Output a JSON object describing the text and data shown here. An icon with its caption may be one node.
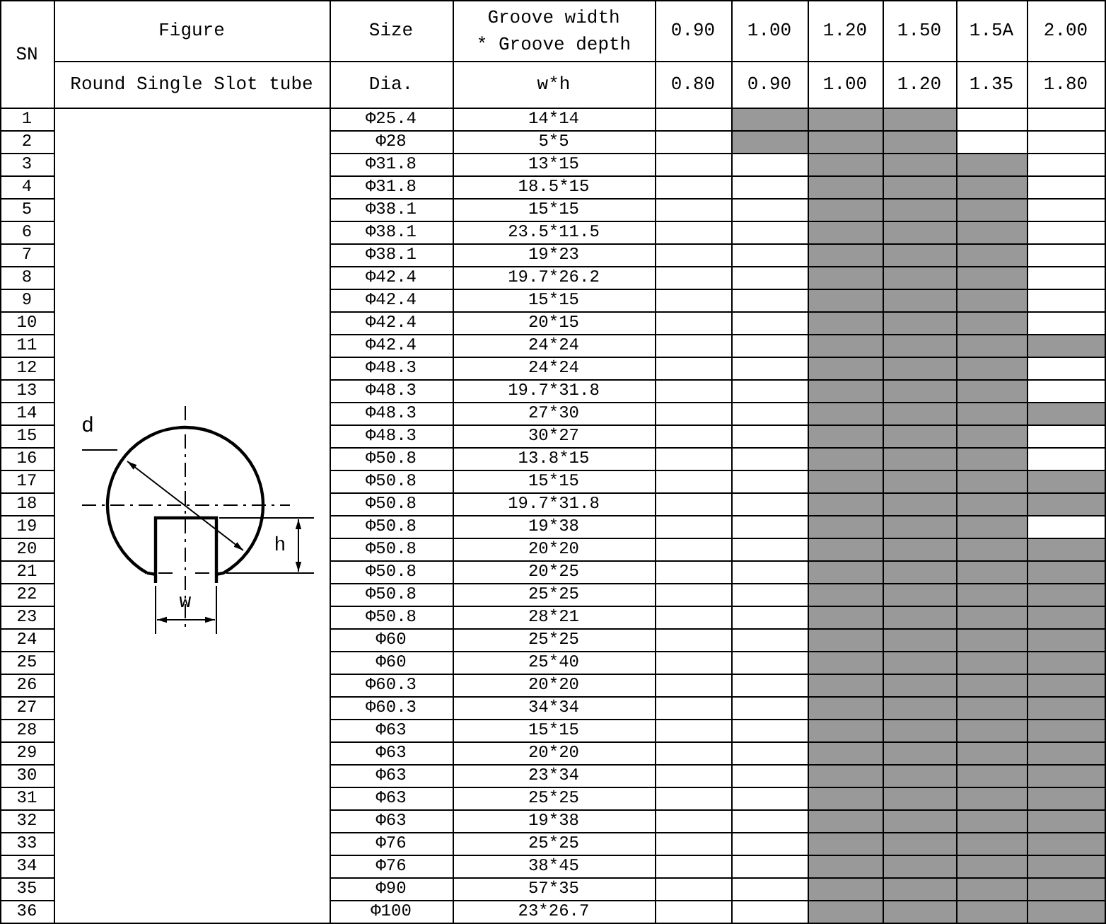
{
  "diagram": {
    "nodes": [
      {
        "text": [],
        "shape": "box"
      },
      {
        "text": [],
        "shape": "box"
      },
      {
        "text": [],
        "shape": "box"
      },
      {
        "text": [],
        "shape": "box"
      },
      {
        "text": [],
        "shape": "box"
      },
      {
        "text": [],
        "shape": "box"
      },
      {
        "text": [],
        "shape": "box"
      },
      {
        "text": [],
        "shape": "box"
      },
      {
        "text": [],
        "shape": "box"
      },
      {
        "text": [],
        "shape": "box"
      },
      {
        "text": [],
        "shape": "box"
      },
      {
        "text": [],
        "shape": "box"
      },
      {
        "text": [],
        "shape": "box"
      },
      {
        "text": [],
        "shape": "box"
      },
      {
        "text": [],
        "shape": "box"
      },
      {
        "text": [],
        "shape": "box"
      },
      {
        "text": [],
        "shape": "box"
      },
      {
        "text": [],
        "shape": "box"
      },
      {
        "text": [],
        "shape": "box"
      },
      {
        "text": [],
        "shape": "box"
      },
      {
        "text": [],
        "shape": "box"
      },
      {
        "text": [],
        "shape": "box"
      },
      {
        "text": [],
        "shape": "box"
      },
      {
        "text": [],
        "shape": "box"
      },
      {
        "text": [],
        "shape": "box"
      },
      {
        "text": [],
        "shape": "box"
      },
      {
        "text": [],
        "shape": "box"
      },
      {
        "text": [],
        "shape": "box"
      },
      {
        "text": [],
        "shape": "box"
      },
      {
        "text": [],
        "shape": "box"
      },
      {
        "text": [],
        "shape": "box"
      },
      {
        "text": [],
        "shape": "box"
      },
      {
        "text": [],
        "shape": "box"
      },
      {
        "text": [],
        "shape": "box"
      },
      {
        "text": [],
        "shape": "box"
      },
      {
        "text": [],
        "shape": "box"
      },
      {
        "text": [],
        "shape": "box"
      },
      {
        "text": [],
        "shape": "box"
      },
      {
        "text": [],
        "shape": "box"
      },
      {
        "text": [],
        "shape": "box"
      },
      {
        "text": [],
        "shape": "box"
      },
      {
        "text": [],
        "shape": "box"
      },
      {
        "text": [],
        "shape": "box"
      },
      {
        "text": [],
        "shape": "box"
      },
      {
        "text": [],
        "shape": "box"
      },
      {
        "text": [],
        "shape": "box"
      },
      {
        "text": [],
        "shape": "box"
      },
      {
        "text": [],
        "shape": "box"
      },
      {
        "text": [],
        "shape": "box"
      },
      {
        "text": [],
        "shape": "box"
      },
      {
        "text": [],
        "shape": "box"
      },
      {
        "text": [],
        "shape": "box"
      },
      {
        "text": [],
        "shape": "box"
      },
      {
        "text": [],
        "shape": "box"
      },
      {
        "text": [],
        "shape": "box"
      },
      {
        "text": [],
        "shape": "box"
      },
      {
        "text": [],
        "shape": "box"
      },
      {
        "text": [],
        "shape": "box"
      },
      {
        "text": [],
        "shape": "box"
      },
      {
        "text": [],
        "shape": "box"
      },
      {
        "text": [],
        "shape": "box"
      },
      {
        "text": [],
        "shape": "box"
      },
      {
        "text": [],
        "shape": "box"
      },
      {
        "text": [],
        "shape": "box"
      },
      {
        "text": [],
        "shape": "box"
      },
      {
        "text": [],
        "shape": "box"
      },
      {
        "text": [],
        "shape": "box"
      },
      {
        "text": [],
        "shape": "box"
      },
      {
        "text": [],
        "shape": "box"
      },
      {
        "text": [],
        "shape": "box"
      },
      {
        "text": [],
        "shape": "box"
      },
      {
        "text": [],
        "shape": "box"
      },
      {
        "text": [],
        "shape": "box"
      },
      {
        "text": [],
        "shape": "box"
      },
      {
        "text": [],
        "shape": "box"
      },
      {
        "text": [],
        "shape": "box"
      },
      {
        "text": [],
        "shape": "box"
      },
      {
        "text": [],
        "shape": "box"
      },
      {
        "text": [],
        "shape": "box"
      },
      {
        "text": [],
        "shape": "box"
      },
      {
        "text": [],
        "shape": "box"
      },
      {
        "text": [],
        "shape": "box"
      },
      {
        "text": [],
        "shape": "box"
      },
      {
        "text": [],
        "shape": "box"
      },
      {
        "text": [],
        "shape": "box"
      },
      {
        "text": [],
        "shape": "box"
      },
      {
        "text": [],
        "shape": "box"
      },
      {
        "text": [],
        "shape": "box"
      },
      {
        "text": [],
        "shape": "box"
      },
      {
        "text": [],
        "shape": "box"
      },
      {
        "text": [],
        "shape": "box"
      },
      {
        "text": [],
        "shape": "box"
      },
      {
        "text": [],
        "shape": "box"
      },
      {
        "text": [],
        "shape": "box"
      },
      {
        "text": [],
        "shape": "box"
      },
      {
        "text": [],
        "shape": "box"
      },
      {
        "text": [],
        "shape": "box"
      },
      {
        "text": [],
        "shape": "box"
      },
      {
        "text": [],
        "shape": "box"
      },
      {
        "text": [],
        "shape": "box"
      },
      {
        "text": [],
        "shape": "box"
      },
      {
        "text": [],
        "shape": "box"
      },
      {
        "text": [],
        "shape": "box"
      },
      {
        "text": [],
        "shape": "box"
      },
      {
        "text": [],
        "shape": "box"
      },
      {
        "text": [],
        "shape": "box"
      },
      {
        "text": [],
        "shape": "box"
      },
      {
        "text": [],
        "shape": "box"
      },
      {
        "text": [],
        "shape": "box"
      },
      {
        "text": [],
        "shape": "box"
      },
      {
        "text": [],
        "shape": "box"
      },
      {
        "text": [],
        "shape": "box"
      },
      {
        "text": [],
        "shape": "box"
      },
      {
        "text": [],
        "shape": "box"
      },
      {
        "text": [],
        "shape": "box"
      },
      {
        "text": [],
        "shape": "box"
      },
      {
        "text": [],
        "shape": "box"
      },
      {
        "text": [],
        "shape": "box"
      },
      {
        "text": [],
        "shape": "box"
      },
      {
        "text": [],
        "shape": "box"
      },
      {
        "text": [],
        "shape": "box"
      },
      {
        "text": [],
        "shape": "box"
      },
      {
        "text": [],
        "shape": "box"
      },
      {
        "text": [],
        "shape": "box"
      },
      {
        "text": [],
        "shape": "box"
      },
      {
        "text": [],
        "shape": "box"
      },
      {
        "text": [],
        "shape": "box"
      },
      {
        "text": [],
        "shape": "box"
      },
      {
        "text": [],
        "shape": "box"
      }
    ],
    "labels": [
      "SN",
      "Figure",
      "Size",
      "Groove width",
      "* Groove depth",
      "0.90",
      "1.00",
      "1.20",
      "1.50",
      "1.5A",
      "2.00",
      "Round Single Slot tube",
      "Dia.",
      "w*h",
      "0.80",
      "0.90",
      "1.00",
      "1.20",
      "1.35",
      "1.80",
      "1",
      "Φ25.4",
      "14*14",
      "2",
      "Φ28",
      "5*5",
      "3",
      "Φ31.8",
      "13*15",
      "4",
      "Φ31.8",
      "18.5*15",
      "5",
      "Φ38.1",
      "15*15",
      "6",
      "Φ38.1",
      "23.5*11.5",
      "7",
      "Φ38.1",
      "19*23",
      "8",
      "Φ42.4",
      "19.7*26.2",
      "9",
      "Φ42.4",
      "15*15",
      "10",
      "Φ42.4",
      "20*15",
      "11",
      "Φ42.4",
      "24*24",
      "12",
      "Φ48.3",
      "24*24",
      "13",
      "Φ48.3",
      "19.7*31.8",
      "14",
      "Φ48.3",
      "27*30",
      "15",
      "Φ48.3",
      "30*27",
      "16",
      "Φ50.8",
      "13.8*15",
      "17",
      "Φ50.8",
      "15*15",
      "18",
      "Φ50.8",
      "19.7*31.8",
      "19",
      "Φ50.8",
      "19*38",
      "20",
      "Φ50.8",
      "20*20",
      "21",
      "Φ50.8",
      "20*25",
      "22",
      "Φ50.8",
      "25*25",
      "23",
      "Φ50.8",
      "28*21",
      "24",
      "Φ60",
      "25*25",
      "25",
      "Φ60",
      "25*40",
      "26",
      "Φ60.3",
      "20*20",
      "27",
      "Φ60.3",
      "34*34",
      "28",
      "Φ63",
      "15*15",
      "29",
      "Φ63",
      "20*20",
      "30",
      "Φ63",
      "23*34",
      "31",
      "Φ63",
      "25*25",
      "32",
      "Φ63",
      "19*38",
      "33",
      "Φ76",
      "25*25",
      "34",
      "Φ76",
      "38*45",
      "35",
      "Φ90",
      "57*35",
      "36",
      "Φ100",
      "23*26.7",
      "d",
      "h",
      "w"
    ]
  }
}
